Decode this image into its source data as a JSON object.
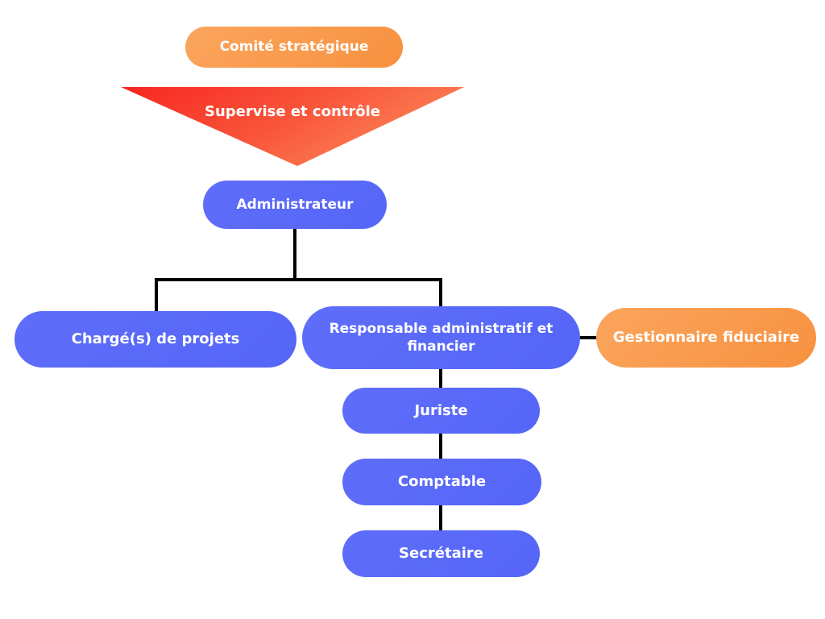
{
  "diagram": {
    "type": "org-chart",
    "nodes": {
      "comite": {
        "label": "Comité stratégique",
        "color": "#F8913F",
        "shape": "pill"
      },
      "supervise": {
        "label": "Supervise et contrôle",
        "color": "#F8332B",
        "shape": "triangle-down"
      },
      "administrateur": {
        "label": "Administrateur",
        "color": "#5A68F8",
        "shape": "pill"
      },
      "charges": {
        "label": "Chargé(s) de projets",
        "color": "#5A68F8",
        "shape": "pill"
      },
      "responsable": {
        "label": "Responsable administratif et financier",
        "color": "#5A68F8",
        "shape": "pill"
      },
      "gestionnaire": {
        "label": "Gestionnaire fiduciaire",
        "color": "#F8913F",
        "shape": "pill"
      },
      "juriste": {
        "label": "Juriste",
        "color": "#5A68F8",
        "shape": "pill"
      },
      "comptable": {
        "label": "Comptable",
        "color": "#5A68F8",
        "shape": "pill"
      },
      "secretaire": {
        "label": "Secrétaire",
        "color": "#5A68F8",
        "shape": "pill"
      }
    },
    "edges": [
      {
        "from": "comite",
        "to": "administrateur",
        "via": "supervise-triangle"
      },
      {
        "from": "administrateur",
        "to": "charges"
      },
      {
        "from": "administrateur",
        "to": "responsable"
      },
      {
        "from": "responsable",
        "to": "gestionnaire"
      },
      {
        "from": "responsable",
        "to": "juriste"
      },
      {
        "from": "juriste",
        "to": "comptable"
      },
      {
        "from": "comptable",
        "to": "secretaire"
      }
    ],
    "colors": {
      "blue_node": "#5A68F8",
      "orange_node": "#F8913F",
      "triangle_red": "#F8332B",
      "triangle_orange": "#FB8355",
      "connector": "#000000",
      "text": "#FFFFFF",
      "background": "#FFFFFF"
    }
  }
}
